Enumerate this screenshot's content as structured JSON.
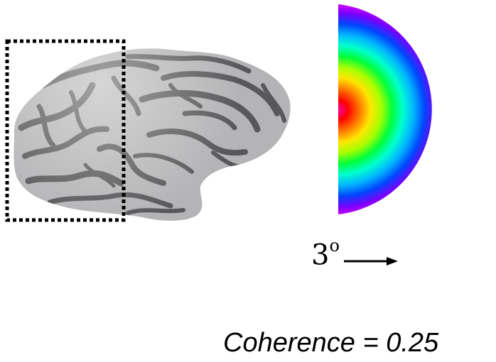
{
  "scale_label": {
    "value": "3",
    "unit": "o"
  },
  "coherence_text": "Coherence = 0.25",
  "legend_colors": [
    "#ff00aa",
    "#ff0000",
    "#ff7a00",
    "#ffe600",
    "#a6ff00",
    "#00ff3c",
    "#00ffd0",
    "#00b4ff",
    "#0046ff",
    "#7a00ff",
    "#e600ff"
  ],
  "brain_colors": {
    "light": "#b4b4b6",
    "dark": "#58585a"
  },
  "roi_box_color": "#000000"
}
